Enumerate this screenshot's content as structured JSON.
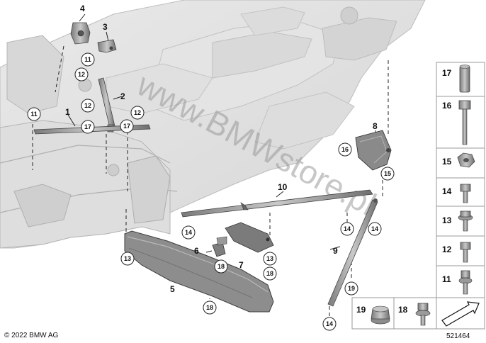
{
  "watermark": "www.BMWstore.pl",
  "copyright": "© 2022 BMW AG",
  "diagram_id": "521464",
  "labels": {
    "l1": "1",
    "l2": "2",
    "l3": "3",
    "l4": "4",
    "l5": "5",
    "l6": "6",
    "l7": "7",
    "l8": "8",
    "l9": "9",
    "l10": "10"
  },
  "callouts": {
    "c11a": "11",
    "c11b": "11",
    "c12a": "12",
    "c12b": "12",
    "c12c": "12",
    "c13a": "13",
    "c13b": "13",
    "c14a": "14",
    "c14b": "14",
    "c14c": "14",
    "c14d": "14",
    "c15": "15",
    "c16": "16",
    "c17a": "17",
    "c17b": "17",
    "c18a": "18",
    "c18b": "18",
    "c18c": "18",
    "c19": "19"
  },
  "legend": {
    "l17": "17",
    "l16": "16",
    "l15": "15",
    "l14": "14",
    "l13": "13",
    "l12": "12",
    "l11": "11",
    "l19": "19",
    "l18": "18"
  }
}
